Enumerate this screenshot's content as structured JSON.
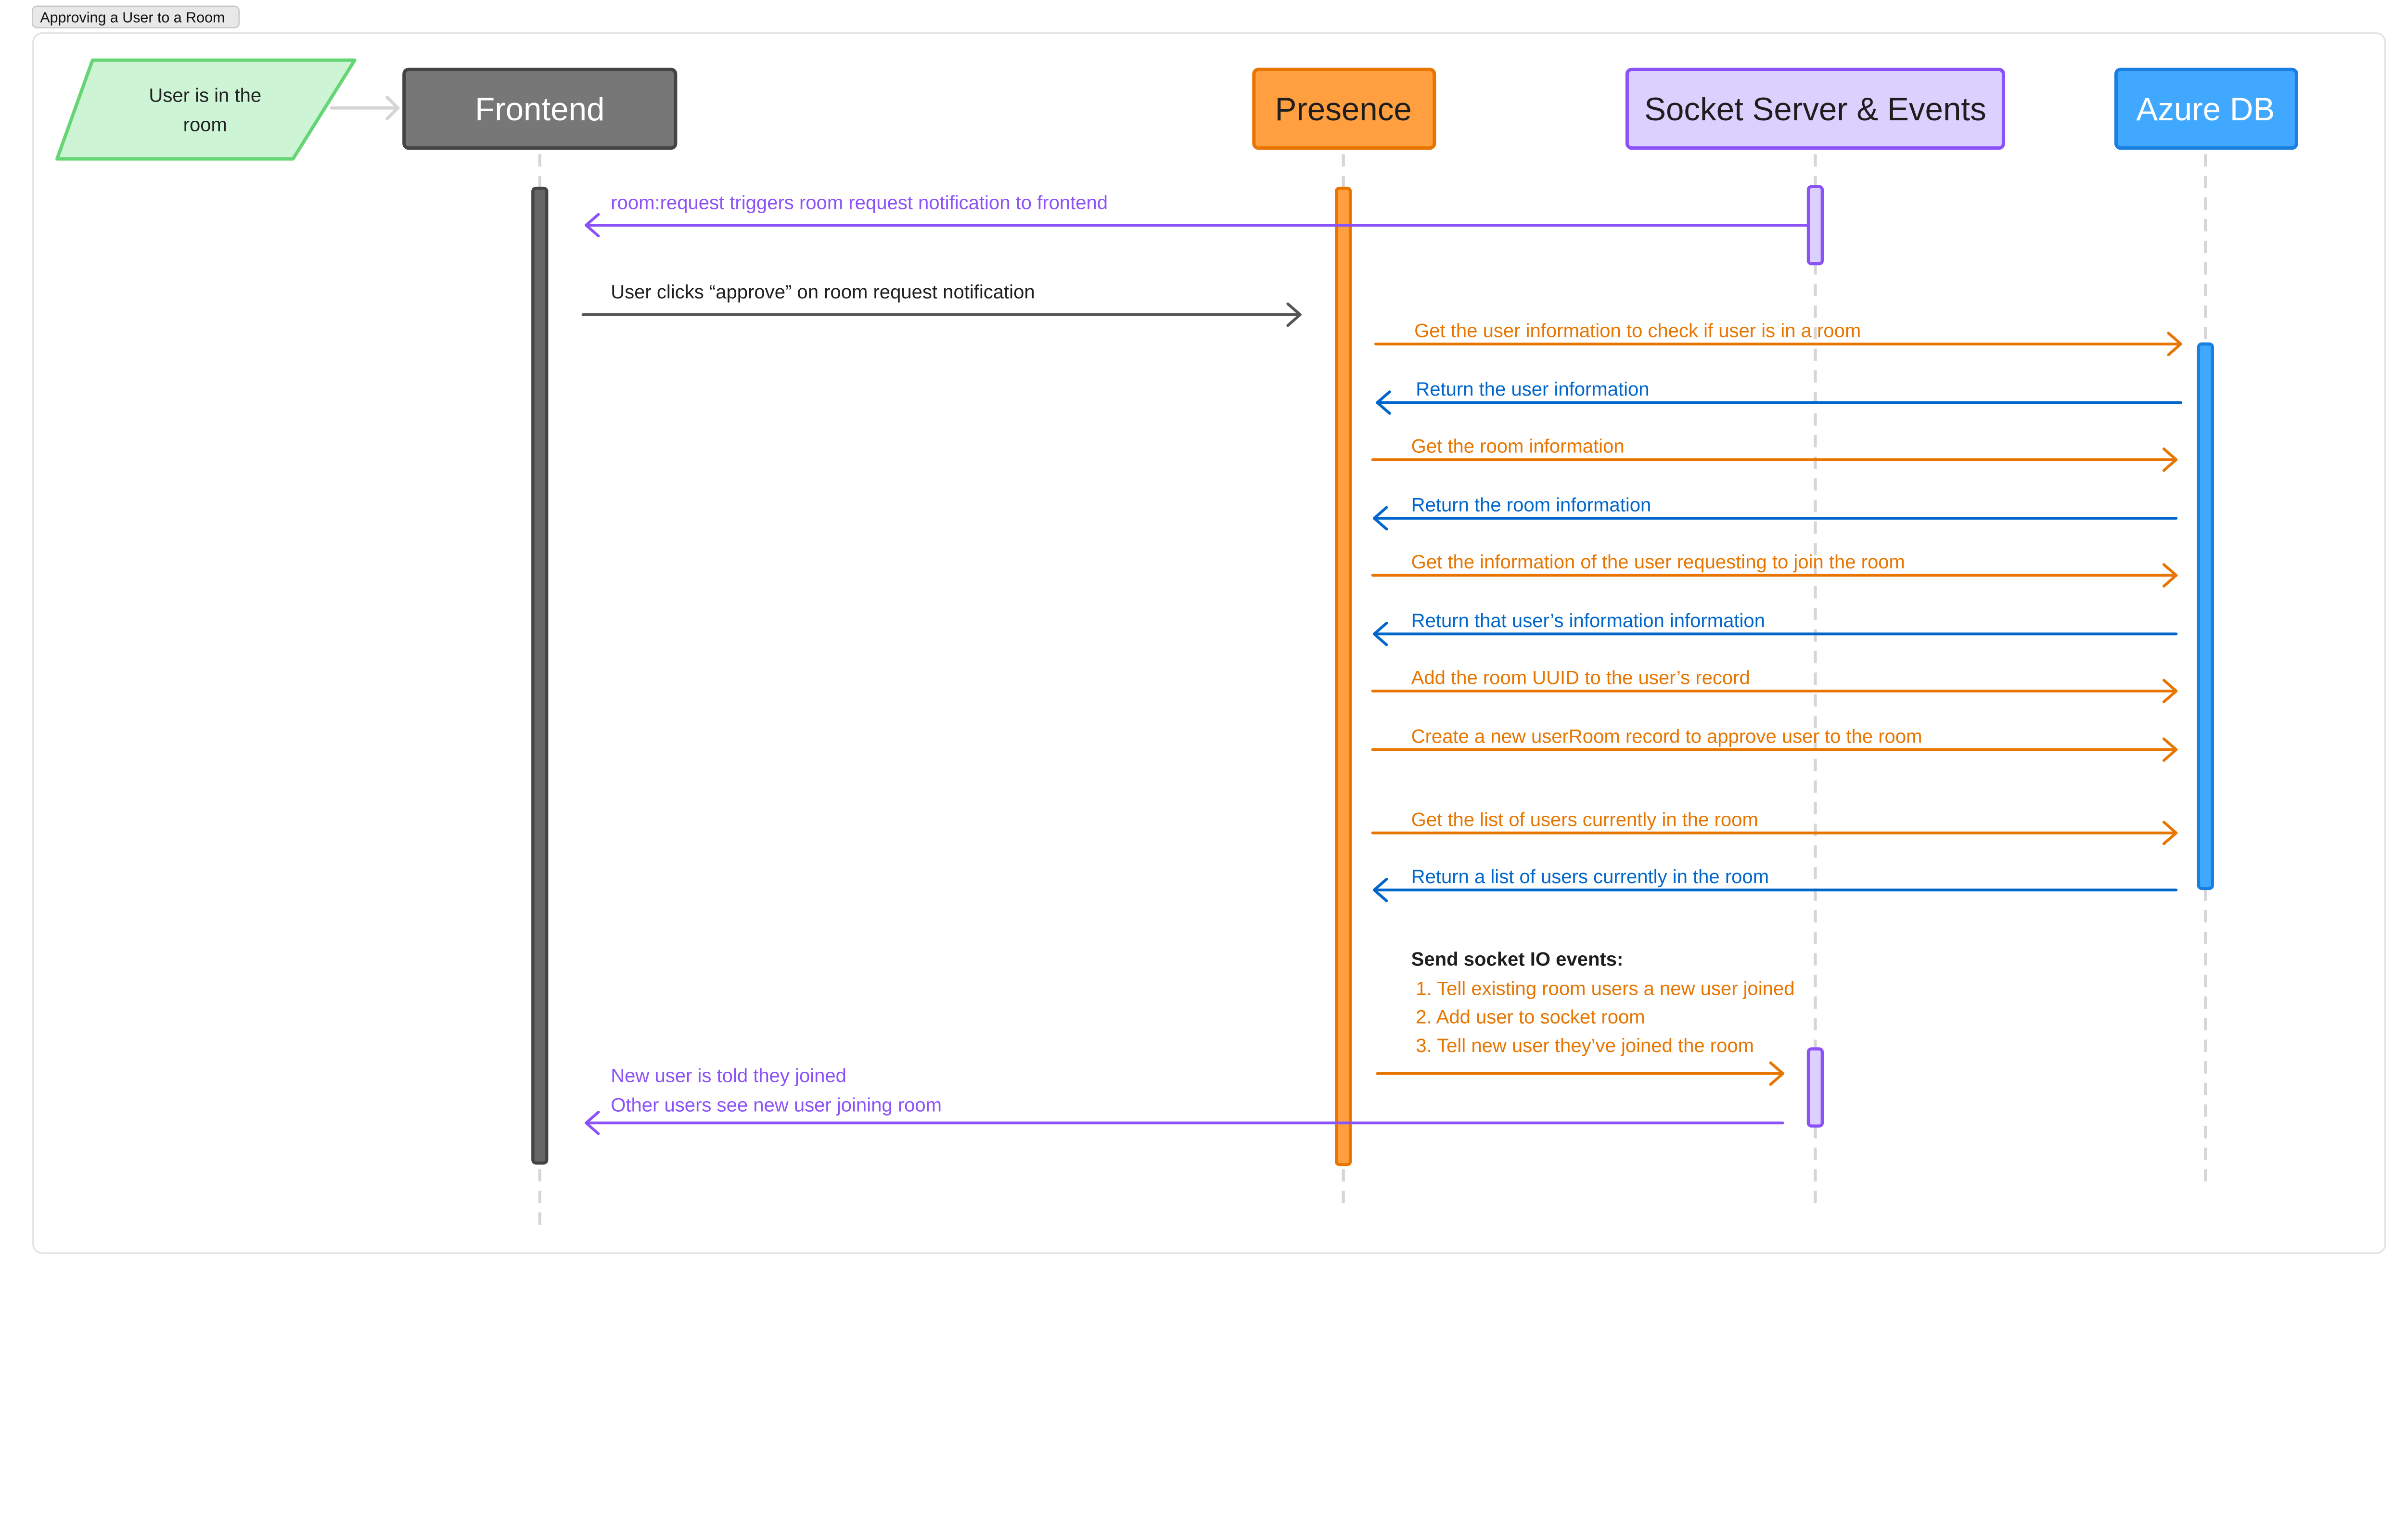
{
  "title": "Approving a User to a Room",
  "start": {
    "lines": [
      "User is in the",
      "room"
    ]
  },
  "participants": [
    {
      "name": "Frontend",
      "fill": "#777777",
      "stroke": "#444444",
      "text": "#ffffff",
      "life": "#666666"
    },
    {
      "name": "Presence",
      "fill": "#ff9f40",
      "stroke": "#e87500",
      "text": "#1e1e1e",
      "life": "#ff9f40"
    },
    {
      "name": "Socket Server & Events",
      "fill": "#dcd0ff",
      "stroke": "#8b52f8",
      "text": "#1e1e1e",
      "life": "#dcd0ff"
    },
    {
      "name": "Azure DB",
      "fill": "#40a9ff",
      "stroke": "#1a7fe0",
      "text": "#ffffff",
      "life": "#40a9ff"
    }
  ],
  "colors": {
    "orange": "#e87500",
    "blue": "#0066cc",
    "purple": "#8b52f8",
    "gray": "#555555",
    "black": "#1e1e1e"
  },
  "messages": [
    {
      "from": "Socket Server & Events",
      "to": "Frontend",
      "color": "purple",
      "label": "room:request triggers room request notification to frontend"
    },
    {
      "from": "Frontend",
      "to": "Presence",
      "color": "gray",
      "label": "User clicks “approve” on room request notification"
    },
    {
      "from": "Presence",
      "to": "Azure DB",
      "color": "orange",
      "label": "Get the user information to check if user is in a room"
    },
    {
      "from": "Azure DB",
      "to": "Presence",
      "color": "blue",
      "label": "Return the user information"
    },
    {
      "from": "Presence",
      "to": "Azure DB",
      "color": "orange",
      "label": "Get the room information"
    },
    {
      "from": "Azure DB",
      "to": "Presence",
      "color": "blue",
      "label": "Return the room information"
    },
    {
      "from": "Presence",
      "to": "Azure DB",
      "color": "orange",
      "label": "Get the information of the user requesting to join the room"
    },
    {
      "from": "Azure DB",
      "to": "Presence",
      "color": "blue",
      "label": "Return that user’s information information"
    },
    {
      "from": "Presence",
      "to": "Azure DB",
      "color": "orange",
      "label": "Add the room UUID to the user’s record"
    },
    {
      "from": "Presence",
      "to": "Azure DB",
      "color": "orange",
      "label": "Create a new userRoom record to approve user to the room"
    },
    {
      "from": "Presence",
      "to": "Azure DB",
      "color": "orange",
      "label": "Get the list of users currently in the room"
    },
    {
      "from": "Azure DB",
      "to": "Presence",
      "color": "blue",
      "label": "Return a list of users currently in the room"
    },
    {
      "from": "Presence",
      "to": "Socket Server & Events",
      "color": "orange",
      "label": ""
    },
    {
      "from": "Socket Server & Events",
      "to": "Frontend",
      "color": "purple",
      "label": "New user is told they joined\nOther users see new user joining room"
    }
  ],
  "socket_note": {
    "heading": "Send socket IO events:",
    "items": [
      "1. Tell existing room users a new user joined",
      "2. Add user to socket room",
      "3. Tell new user they’ve joined the room"
    ]
  }
}
